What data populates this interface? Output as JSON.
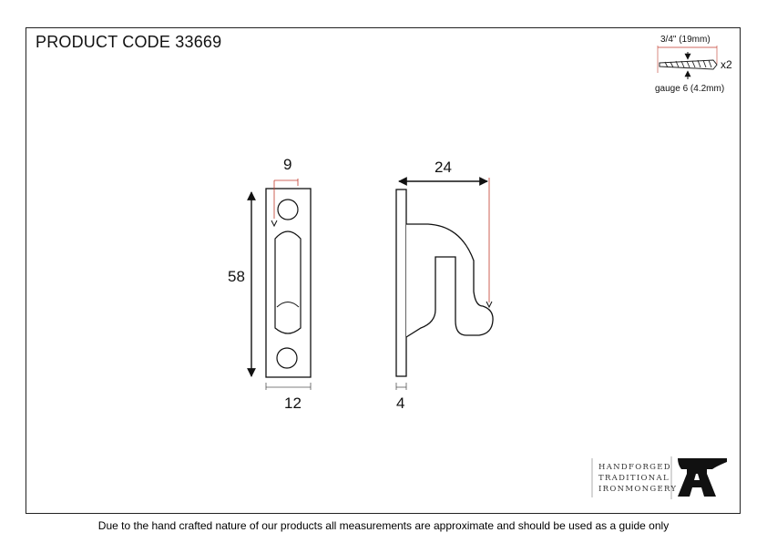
{
  "product_code": "PRODUCT CODE 33669",
  "disclaimer": "Due to the hand crafted nature of our products all measurements are approximate and should be used as a guide only",
  "screw_spec": {
    "length": "3/4\" (19mm)",
    "quantity": "x2",
    "gauge": "gauge 6 (4.2mm)"
  },
  "dimensions": {
    "front_width_top": "9",
    "front_height": "58",
    "front_width_bottom": "12",
    "side_projection": "24",
    "side_thickness": "4"
  },
  "logo": {
    "line1": "HANDFORGED",
    "line2": "TRADITIONAL",
    "line3": "IRONMONGERY"
  },
  "colors": {
    "line": "#111111",
    "dimension_guide": "#c0392b"
  }
}
